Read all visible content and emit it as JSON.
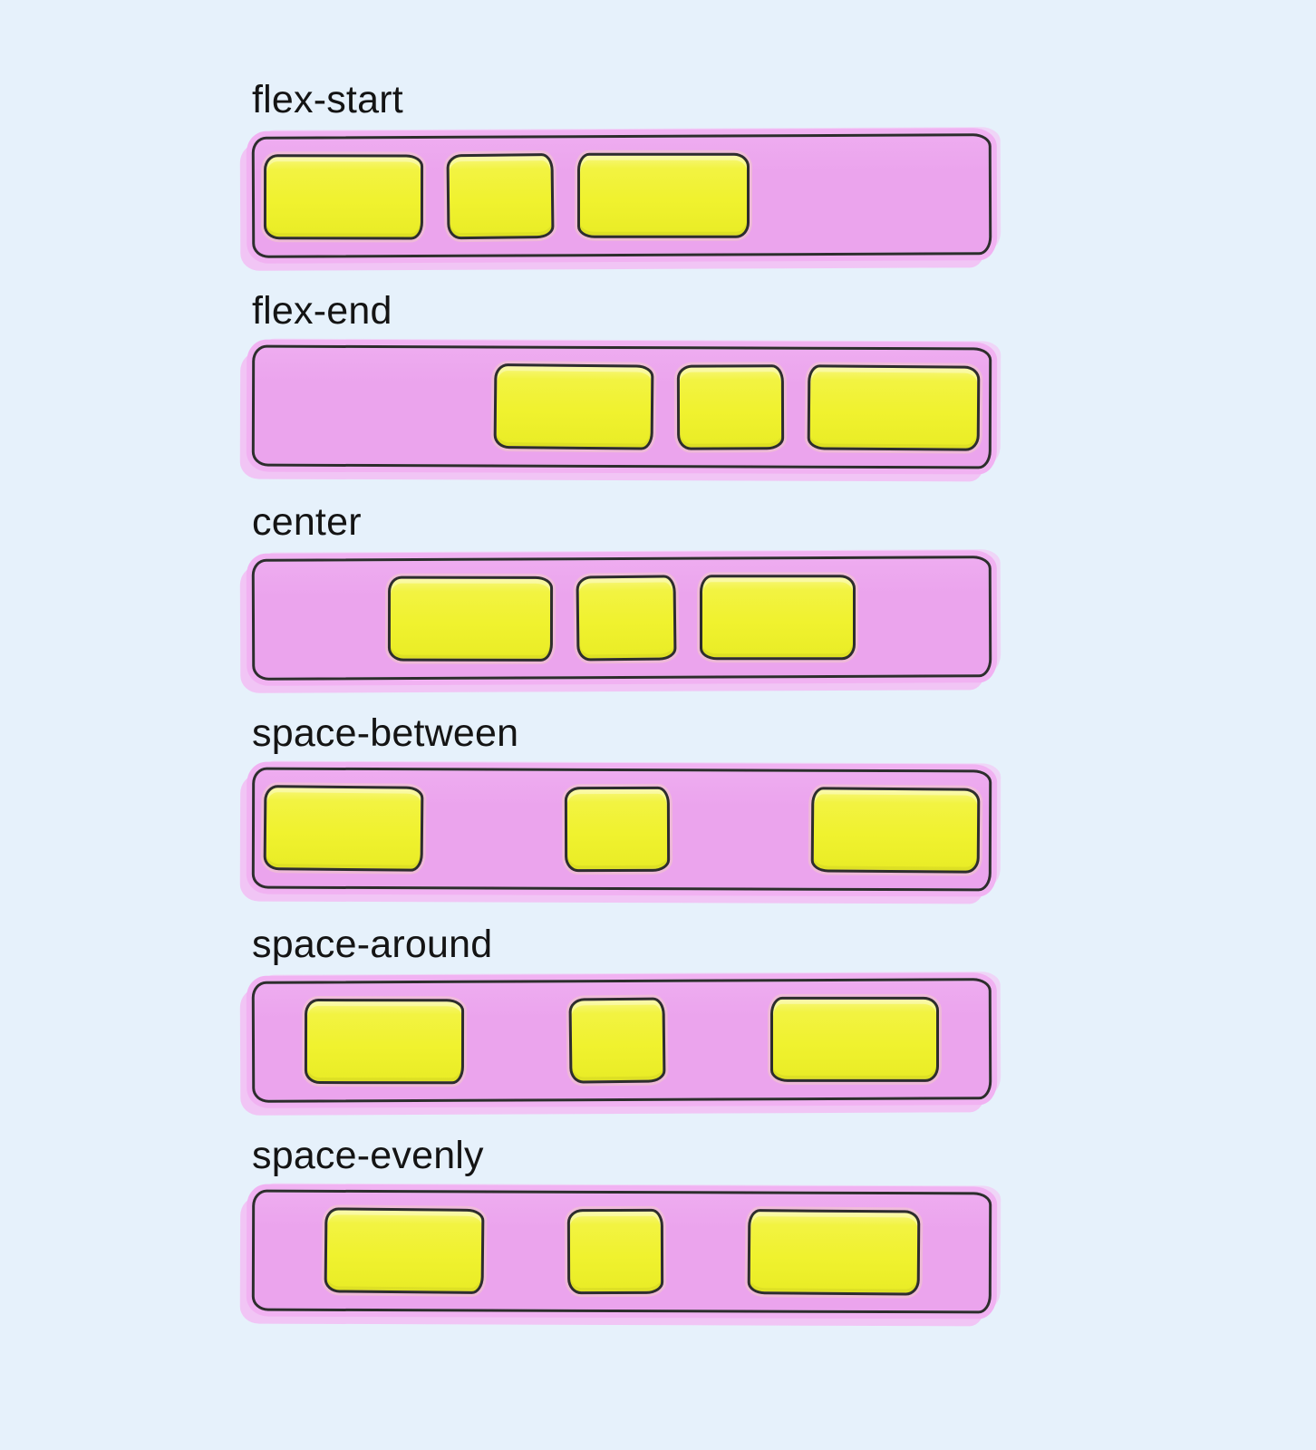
{
  "title": "justify-content values diagram",
  "colors": {
    "background": "#e6f1fb",
    "container_fill": "#eba4ed",
    "container_top": "#eeacf0",
    "container_halo": "#f1b2f2",
    "item_fill": "#f0f22f",
    "item_highlight": "#f8f77e",
    "outline": "#2d2d2d",
    "label_color": "#141414"
  },
  "rows": [
    {
      "label": "flex-start",
      "justify": "flex-start",
      "item_widths": [
        176,
        118,
        190
      ]
    },
    {
      "label": "flex-end",
      "justify": "flex-end",
      "item_widths": [
        176,
        118,
        190
      ]
    },
    {
      "label": "center",
      "justify": "center",
      "item_widths": [
        182,
        110,
        172
      ]
    },
    {
      "label": "space-between",
      "justify": "space-between",
      "item_widths": [
        176,
        116,
        186
      ]
    },
    {
      "label": "space-around",
      "justify": "space-around",
      "item_widths": [
        176,
        106,
        186
      ]
    },
    {
      "label": "space-evenly",
      "justify": "space-evenly",
      "item_widths": [
        176,
        106,
        190
      ]
    }
  ]
}
